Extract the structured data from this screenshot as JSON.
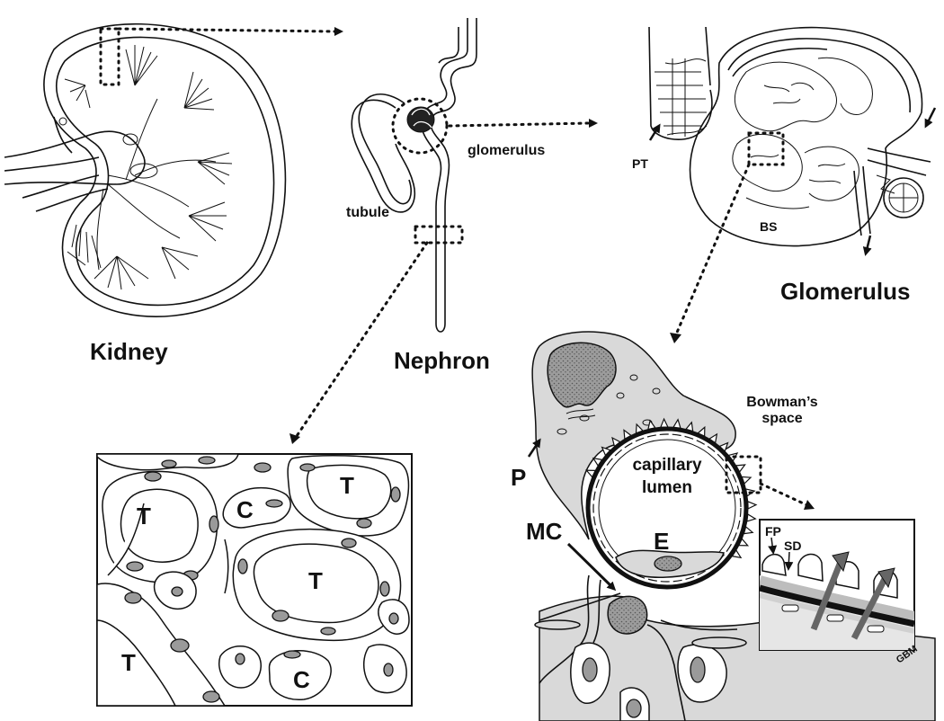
{
  "kidney": {
    "title": "Kidney"
  },
  "nephron": {
    "title": "Nephron",
    "tubule_label": "tubule",
    "glomerulus_label": "glomerulus"
  },
  "glomerulus": {
    "title": "Glomerulus",
    "pt_label": "PT",
    "bs_label": "BS"
  },
  "tissue": {
    "t1": "T",
    "t2": "T",
    "t3": "T",
    "t4": "T",
    "c1": "C",
    "c2": "C"
  },
  "capillary": {
    "bowmans_space_line1": "Bowman’s",
    "bowmans_space_line2": "space",
    "lumen_line1": "capillary",
    "lumen_line2": "lumen",
    "p_label": "P",
    "mc_label": "MC",
    "e_label": "E"
  },
  "filtration_inset": {
    "fp_label": "FP",
    "sd_label": "SD",
    "gbm_label": "GBM"
  }
}
